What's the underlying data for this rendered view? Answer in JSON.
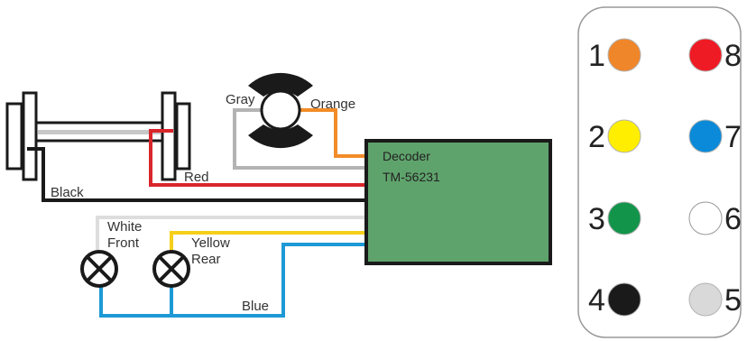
{
  "diagram": {
    "decoder": {
      "name": "Decoder",
      "model": "TM-56231",
      "fill": "#5fa36c"
    },
    "wires": {
      "red": {
        "label": "Red",
        "color": "#d9262b"
      },
      "black": {
        "label": "Black",
        "color": "#1a1a1a"
      },
      "gray": {
        "label": "Gray",
        "color": "#b3b3b3"
      },
      "orange": {
        "label": "Orange",
        "color": "#f28c28"
      },
      "white": {
        "label": "White",
        "color": "#dddddd"
      },
      "yellow": {
        "label": "Yellow",
        "color": "#f5cf1a"
      },
      "blue": {
        "label": "Blue",
        "color": "#1d9ad6"
      }
    },
    "lamps": {
      "front": {
        "label": "Front"
      },
      "rear": {
        "label": "Rear"
      }
    },
    "motor": {
      "icon": "motor-icon"
    },
    "wheelset": {
      "icon": "wheelset-icon"
    }
  },
  "pinout": {
    "left": [
      {
        "number": "1",
        "color": "#f0862a",
        "name": "orange"
      },
      {
        "number": "2",
        "color": "#ffee00",
        "name": "yellow"
      },
      {
        "number": "3",
        "color": "#12944a",
        "name": "green"
      },
      {
        "number": "4",
        "color": "#1a1a1a",
        "name": "black"
      }
    ],
    "right": [
      {
        "number": "8",
        "color": "#ee1b24",
        "name": "red"
      },
      {
        "number": "7",
        "color": "#0a8ad8",
        "name": "blue"
      },
      {
        "number": "6",
        "color": "#ffffff",
        "name": "white"
      },
      {
        "number": "5",
        "color": "#d9d9d9",
        "name": "light-gray"
      }
    ]
  }
}
